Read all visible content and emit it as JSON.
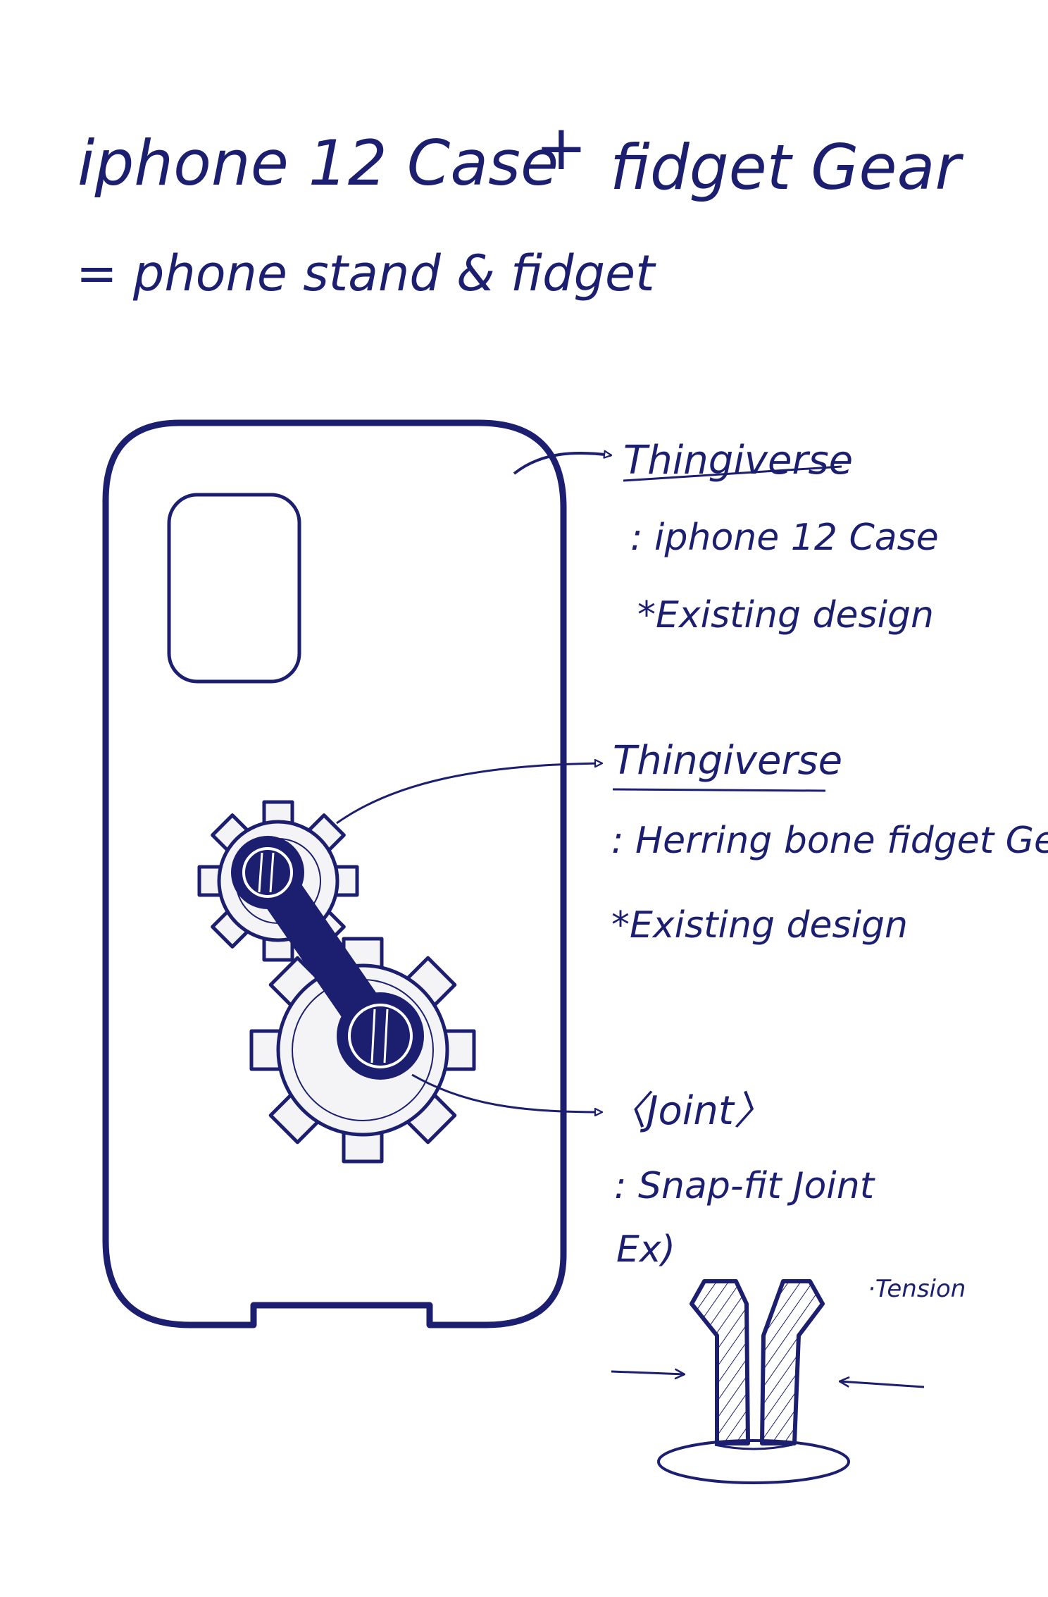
{
  "colors": {
    "ink": "#1c1f70",
    "paper": "#ffffff",
    "gear_fill": "#f4f4f6"
  },
  "header": {
    "title_left": "iphone 12 Case",
    "plus": "+",
    "title_right": "fidget Gear",
    "subtitle": "= phone stand & fidget"
  },
  "annotations": {
    "case": {
      "heading": "Thingiverse",
      "line1": ": iphone 12 Case",
      "line2": "*Existing design"
    },
    "gear": {
      "heading": "Thingiverse",
      "line1": ": Herring bone fidget Gear",
      "line2": "*Existing design"
    },
    "joint": {
      "heading": "〈Joint〉",
      "line1": ": Snap-fit Joint",
      "line2": "Ex)"
    },
    "tension": "·Tension"
  }
}
